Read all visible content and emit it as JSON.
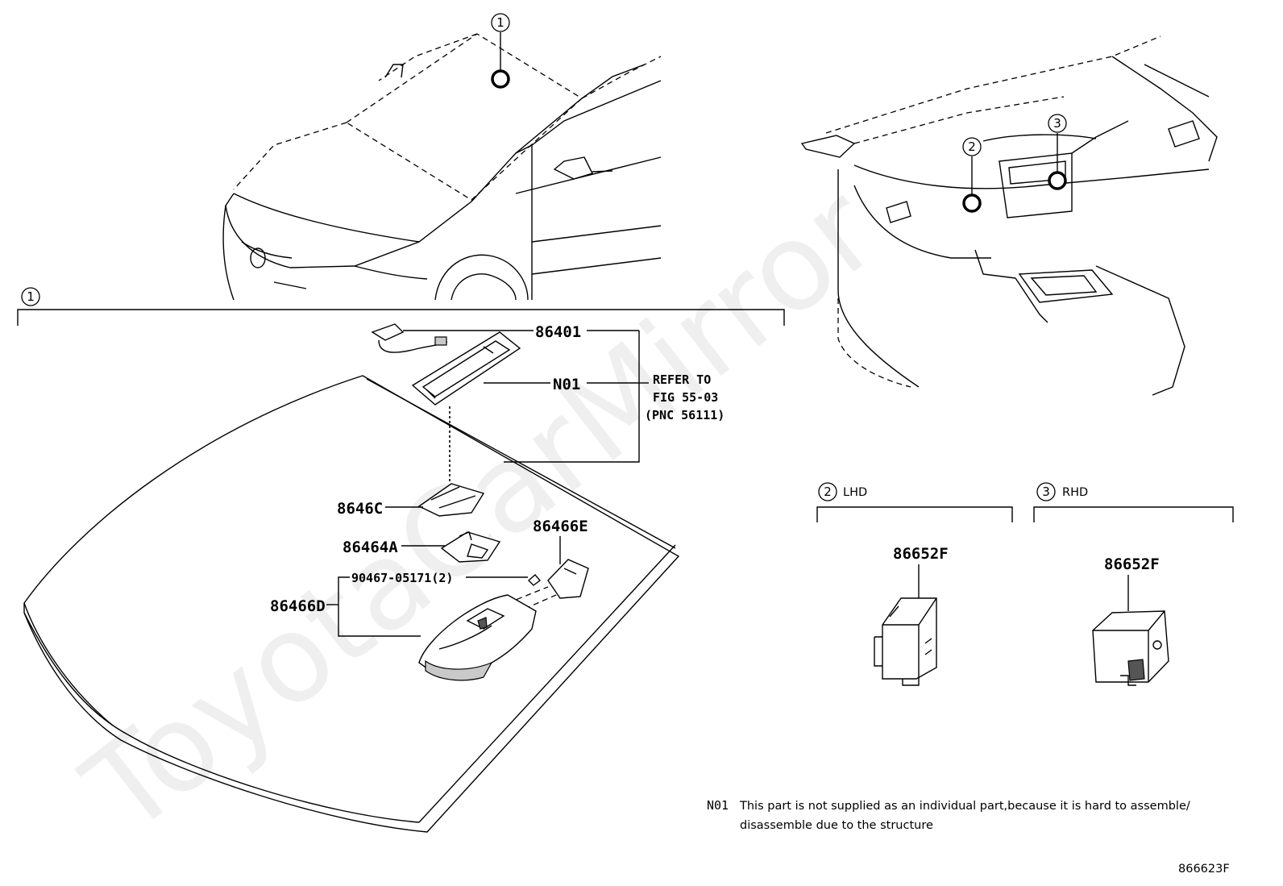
{
  "watermark": "ToyotaCarMirror",
  "callouts": {
    "c1": "1",
    "c2": "2",
    "c3": "3"
  },
  "section_1": {
    "number": "1"
  },
  "section_2": {
    "number": "2",
    "label": "LHD"
  },
  "section_3": {
    "number": "3",
    "label": "RHD"
  },
  "parts": {
    "p86401": "86401",
    "n01": "N01",
    "p86646c": "8646C",
    "p86464a": "86464A",
    "p86466e": "86466E",
    "p90467": "90467-05171(2)",
    "p86466d": "86466D",
    "p86652f_lhd": "86652F",
    "p86652f_rhd": "86652F"
  },
  "refer": {
    "line1": "REFER TO",
    "line2": "FIG 55-03",
    "line3": "(PNC 56111)"
  },
  "footnote": {
    "code": "N01",
    "line1": "This part is not supplied as an individual part,because it is hard to assemble/",
    "line2": "disassemble due to the structure"
  },
  "figure_id": "866623F",
  "icons": [
    "callout-circle-1",
    "callout-circle-2",
    "callout-circle-3",
    "location-marker-icon"
  ]
}
